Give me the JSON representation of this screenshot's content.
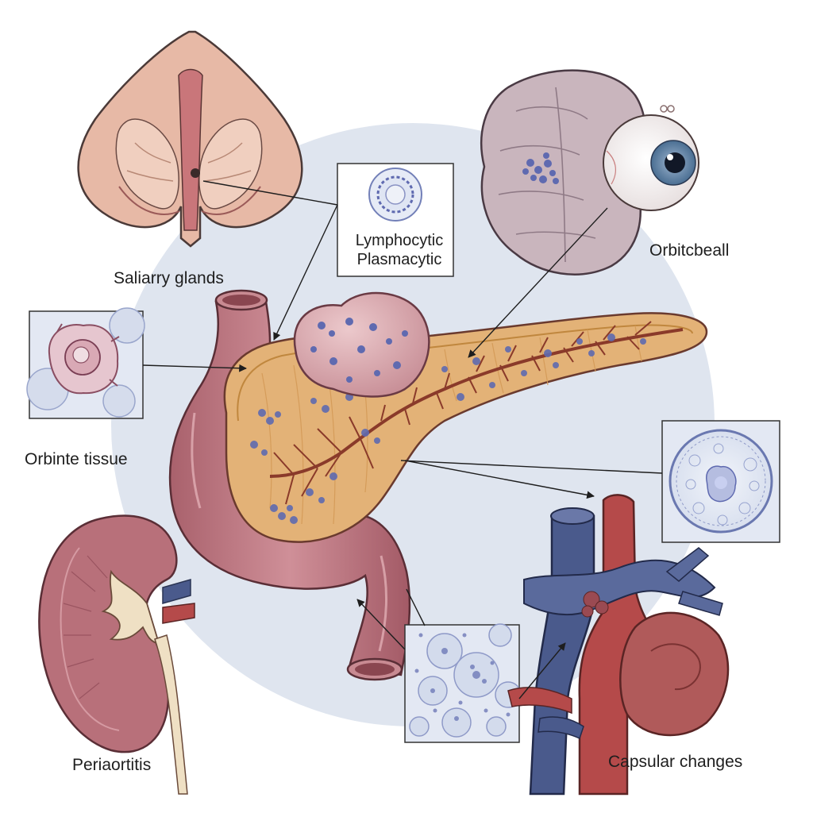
{
  "labels": {
    "salivary": "Saliarry glands",
    "orbital": "Orbitcbeall",
    "orbinte": "Orbinte tissue",
    "periaortitis": "Periaortitis",
    "capsular": "Capsular changes"
  },
  "inset": {
    "line1": "Lymphocytic",
    "line2": "Plasmacytic"
  },
  "colors": {
    "background_disc": "#dfe5ef",
    "tissue": "#b8707a",
    "pancreas": "#e3b277",
    "infiltrate": "#5f6ab0",
    "vein": "#4a5a8c",
    "artery": "#b54a4a",
    "micro_bg": "#e3e8f3"
  }
}
